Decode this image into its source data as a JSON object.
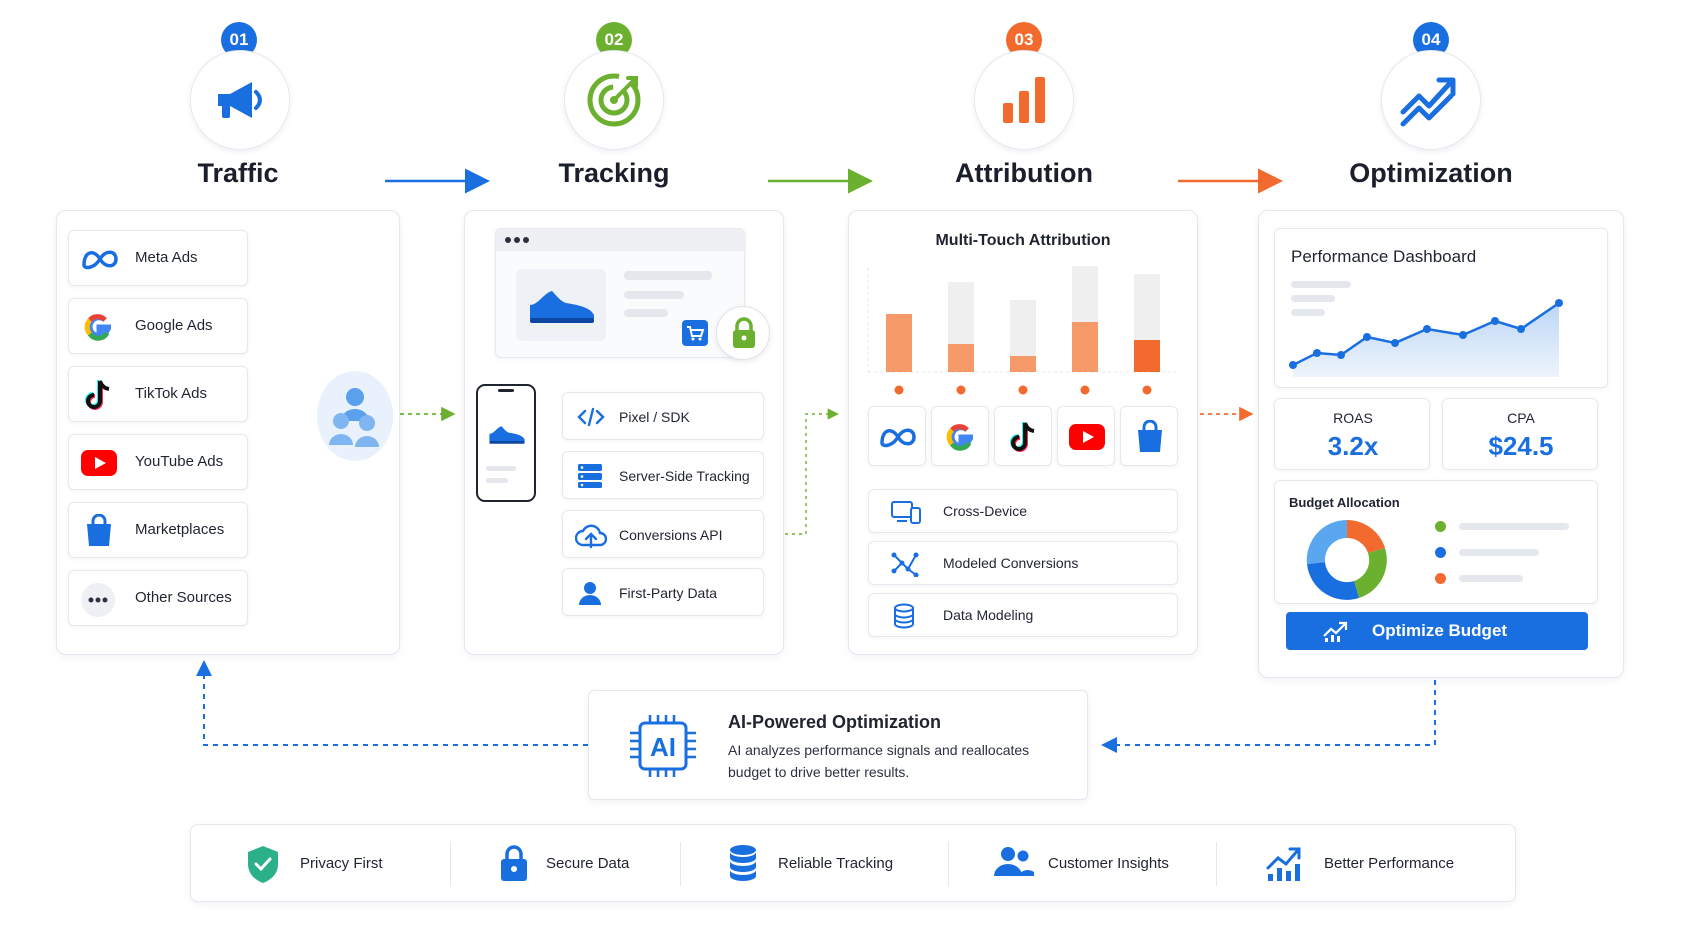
{
  "stages": [
    {
      "number": "01",
      "title": "Traffic",
      "color": "#1a6fe0"
    },
    {
      "number": "02",
      "title": "Tracking",
      "color": "#6bb02e"
    },
    {
      "number": "03",
      "title": "Attribution",
      "color": "#f26a2e"
    },
    {
      "number": "04",
      "title": "Optimization",
      "color": "#1a6fe0"
    }
  ],
  "traffic": {
    "sources": [
      {
        "label": "Meta Ads",
        "icon": "meta-icon"
      },
      {
        "label": "Google Ads",
        "icon": "google-icon"
      },
      {
        "label": "TikTok Ads",
        "icon": "tiktok-icon"
      },
      {
        "label": "YouTube Ads",
        "icon": "youtube-icon"
      },
      {
        "label": "Marketplaces",
        "icon": "shopping-bag-icon"
      },
      {
        "label": "Other Sources",
        "icon": "more-dots-icon"
      }
    ]
  },
  "tracking": {
    "methods": [
      {
        "label": "Pixel / SDK",
        "icon": "code-icon"
      },
      {
        "label": "Server-Side Tracking",
        "icon": "server-icon"
      },
      {
        "label": "Conversions API",
        "icon": "cloud-upload-icon"
      },
      {
        "label": "First-Party Data",
        "icon": "user-icon"
      }
    ]
  },
  "attribution": {
    "title": "Multi-Touch Attribution",
    "channels": [
      "meta-icon",
      "google-icon",
      "tiktok-icon",
      "youtube-icon",
      "shopping-bag-icon"
    ],
    "features": [
      {
        "label": "Cross-Device",
        "icon": "devices-icon"
      },
      {
        "label": "Modeled Conversions",
        "icon": "network-icon"
      },
      {
        "label": "Data Modeling",
        "icon": "database-icon"
      }
    ]
  },
  "optimization": {
    "dashboard_title": "Performance Dashboard",
    "roas_label": "ROAS",
    "roas_value": "3.2x",
    "cpa_label": "CPA",
    "cpa_value": "$24.5",
    "budget_title": "Budget Allocation",
    "button_label": "Optimize Budget",
    "donut_colors": [
      "#1a6fe0",
      "#f26a2e",
      "#6bb02e",
      "#5aa7f0"
    ]
  },
  "ai": {
    "icon_text": "AI",
    "title": "AI-Powered Optimization",
    "description_line1": "AI analyzes performance signals and reallocates",
    "description_line2": "budget to drive better results."
  },
  "benefits": [
    {
      "label": "Privacy First",
      "icon": "shield-check-icon"
    },
    {
      "label": "Secure Data",
      "icon": "lock-icon"
    },
    {
      "label": "Reliable Tracking",
      "icon": "database-icon"
    },
    {
      "label": "Customer Insights",
      "icon": "users-icon"
    },
    {
      "label": "Better Performance",
      "icon": "growth-chart-icon"
    }
  ],
  "colors": {
    "blue": "#1a6fe0",
    "green": "#6bb02e",
    "orange": "#f26a2e",
    "dark": "#1a1f2b"
  }
}
